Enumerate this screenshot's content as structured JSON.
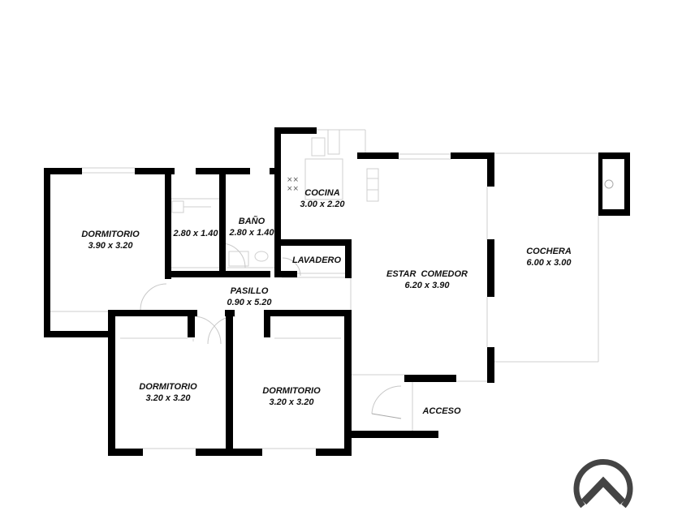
{
  "rooms": {
    "dormitorio_1": {
      "name": "DORMITORIO",
      "size": "3.90 x 3.20"
    },
    "vestidor": {
      "size": "2.80 x 1.40"
    },
    "bano": {
      "name": "BAÑO",
      "size": "2.80 x 1.40"
    },
    "cocina": {
      "name": "COCINA",
      "size": "3.00 x 2.20"
    },
    "lavadero": {
      "name": "LAVADERO"
    },
    "pasillo": {
      "name": "PASILLO",
      "size": "0.90 x 5.20"
    },
    "estar_comedor": {
      "name": "ESTAR  COMEDOR",
      "size": "6.20 x 3.90"
    },
    "cochera": {
      "name": "COCHERA",
      "size": "6.00 x 3.00"
    },
    "dormitorio_2": {
      "name": "DORMITORIO",
      "size": "3.20 x 3.20"
    },
    "dormitorio_3": {
      "name": "DORMITORIO",
      "size": "3.20 x 3.20"
    },
    "acceso": {
      "name": "ACCESO"
    }
  },
  "logo": {
    "name": "chevron-logo",
    "color": "#444444"
  }
}
